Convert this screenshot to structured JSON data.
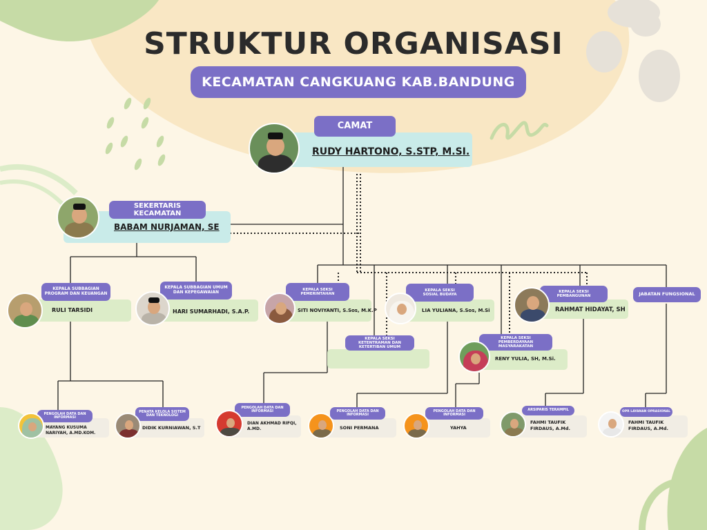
{
  "header": {
    "title": "STRUKTUR ORGANISASI",
    "subtitle": "KECAMATAN CANGKUANG KAB.BANDUNG"
  },
  "camat": {
    "role": "CAMAT",
    "name": "RUDY HARTONO, S.STP, M.SI."
  },
  "sekretaris": {
    "role": "SEKERTARIS  KECAMATAN",
    "name": "BABAM NURJAMAN, SE"
  },
  "subbag": [
    {
      "role": "KEPALA SUBBAGIAN PROGRAM DAN KEUANGAN",
      "name": "RULI TARSIDI"
    },
    {
      "role": "KEPALA SUBBAGIAN UMUM DAN KEPEGAWAIAN",
      "name": "HARI SUMARHADI, S.A.P."
    }
  ],
  "seksi": [
    {
      "role": "KEPALA SEKSI PEMERINTAHAN",
      "name": "SITI NOVIYANTI, S.Sos, M.K.P"
    },
    {
      "role": "KEPALA SEKSI SOSIAL BUDAYA",
      "name": "LIA YULIANA, S.Sos, M.Si"
    },
    {
      "role": "KEPALA SEKSI PEMBANGUNAN",
      "name": "RAHMAT HIDAYAT, SH"
    },
    {
      "role": "JABATAN FUNGSIONAL",
      "name": ""
    },
    {
      "role": "KEPALA SEKSI KETENTRAMAN DAN KETERTIBAN UMUM",
      "name": ""
    },
    {
      "role": "KEPALA SEKSI PEMBERDAYAAN MASYARAKATAN",
      "name": "RENY YULIA, SH, M.Si."
    }
  ],
  "staff": [
    {
      "role": "PENGOLAH DATA DAN INFORMASI",
      "name": "MAYANG KUSUMA NARIYAH, A.MD.KOM."
    },
    {
      "role": "PENATA KELOLA SISTEM DAN TEKNOLOGI",
      "name": "DIDIK KURNIAWAN, S.T"
    },
    {
      "role": "PENGOLAH DATA DAN INFORMASI",
      "name": "DIAN AKHMAD RIFQI, A.MD."
    },
    {
      "role": "PENGOLAH DATA DAN INFORMASI",
      "name": "SONI PERMANA"
    },
    {
      "role": "PENGOLAH DATA DAN INFORMASI",
      "name": "YAHYA"
    },
    {
      "role": "ARSIPARIS TERAMPIL",
      "name": "FAHMI TAUFIK FIRDAUS, A.Md."
    },
    {
      "role": "OPR LAYANAN OPRASIONAL",
      "name": "FAHMI TAUFIK FIRDAUS, A.Md."
    }
  ],
  "colors": {
    "background": "#fdf6e6",
    "accent_purple": "#7b6fc6",
    "band_teal": "#c9ebe9",
    "band_green": "#dcecc8",
    "blob_peach": "#f9e7c4",
    "deco_green": "#c6dba6",
    "connector": "#1f1f1f"
  }
}
